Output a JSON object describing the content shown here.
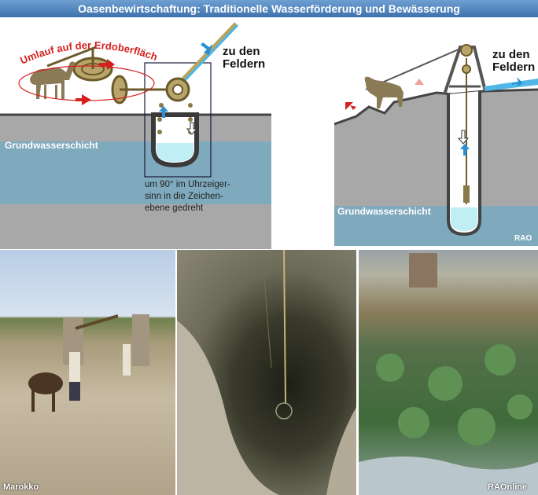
{
  "header": {
    "title": "Oasenbewirtschaftung: Traditionelle Wasserförderung und Bewässerung"
  },
  "left_diagram": {
    "arc_label": "Umlauf auf der Erdoberfläche",
    "fields_label_line1": "zu den",
    "fields_label_line2": "Feldern",
    "groundwater_label": "Grundwasserschicht",
    "rotation_note": [
      "um 90° im Uhrzeiger-",
      "sinn in die Zeichen-",
      "ebene gedreht"
    ]
  },
  "right_diagram": {
    "fields_label_line1": "zu den",
    "fields_label_line2": "Feldern",
    "groundwater_label": "Grundwasserschicht",
    "credit": "RAO"
  },
  "photos": {
    "photo1_caption": "Marokko",
    "photo3_caption": "RAOnline"
  },
  "colors": {
    "title_bar": "#4a7fbc",
    "groundwater": "#7fa9bd",
    "soil": "#a8a8a8",
    "water": "#bfeef5",
    "arrow_red": "#d62020",
    "arrow_blue": "#2b8fd6",
    "wheel": "#b9a46a"
  }
}
